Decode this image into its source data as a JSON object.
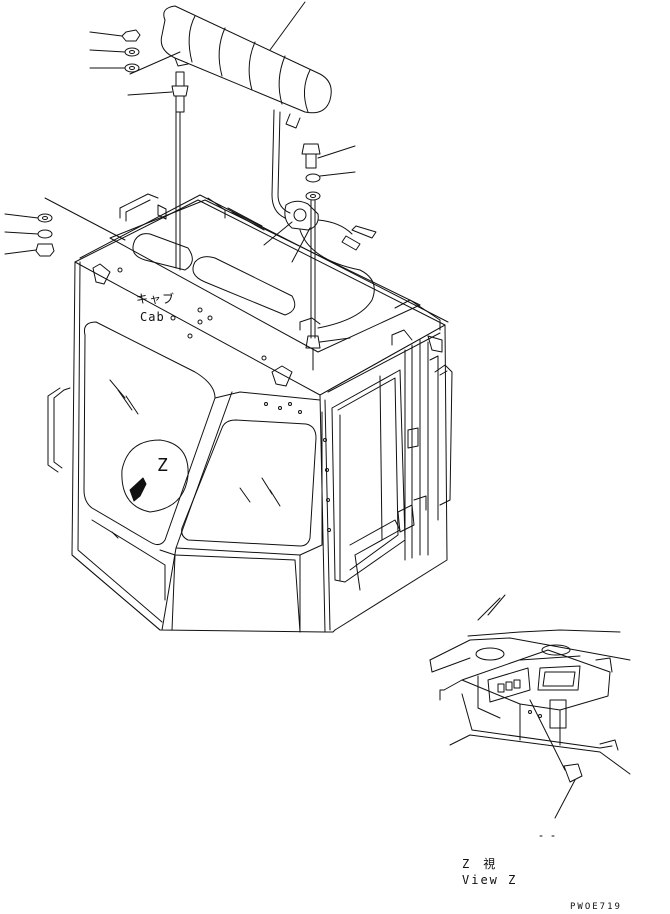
{
  "labels": {
    "cab_jp": "キャブ",
    "cab_en": "Cab",
    "z_marker": "Z",
    "view_jp": "Z　視",
    "view_en": "View Z",
    "drawing_code": "PWOE719"
  },
  "colors": {
    "line": "#111111",
    "arrow_fill": "#111111",
    "background": "#ffffff"
  }
}
